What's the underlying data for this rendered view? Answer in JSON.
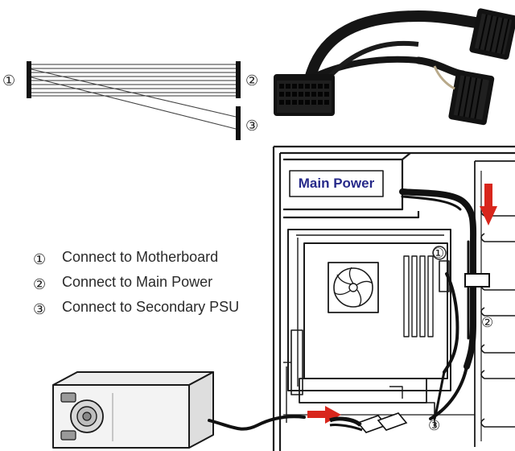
{
  "wiring_schematic": {
    "markers": [
      "①",
      "②",
      "③"
    ]
  },
  "legend": [
    {
      "marker": "①",
      "text": "Connect to Motherboard"
    },
    {
      "marker": "②",
      "text": "Connect to Main Power"
    },
    {
      "marker": "③",
      "text": "Connect to Secondary PSU"
    }
  ],
  "case_diagram": {
    "main_power_label": "Main Power",
    "callouts": [
      "①",
      "②",
      "③"
    ]
  },
  "colors": {
    "main_power_text": "#272a8a",
    "arrow_red": "#d8261c",
    "line": "#1a1a1a"
  }
}
